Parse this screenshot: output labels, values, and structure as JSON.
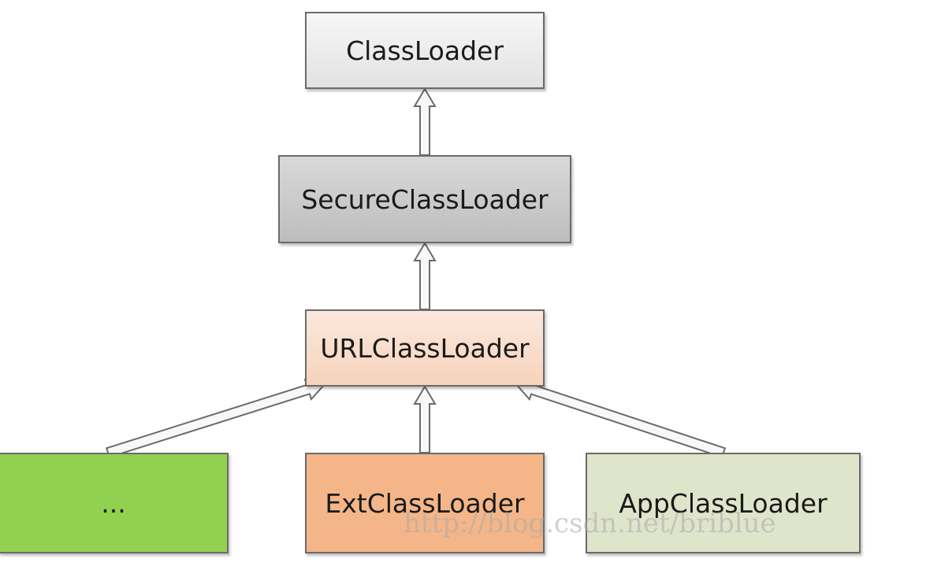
{
  "nodes": {
    "classloader": "ClassLoader",
    "secure": "SecureClassLoader",
    "url": "URLClassLoader",
    "other": "...",
    "ext": "ExtClassLoader",
    "app": "AppClassLoader"
  },
  "edges": [
    {
      "from": "secure",
      "to": "classloader",
      "type": "inheritance"
    },
    {
      "from": "url",
      "to": "secure",
      "type": "inheritance"
    },
    {
      "from": "other",
      "to": "url",
      "type": "inheritance"
    },
    {
      "from": "ext",
      "to": "url",
      "type": "inheritance"
    },
    {
      "from": "app",
      "to": "url",
      "type": "inheritance"
    }
  ],
  "watermark": "http://blog.csdn.net/briblue",
  "colors": {
    "other": "#92d050",
    "ext": "#f4b688",
    "app": "#dfe5cb",
    "url": "#f6d3bc",
    "secure": "#c8c8c8",
    "classloader": "#eeeeee"
  }
}
